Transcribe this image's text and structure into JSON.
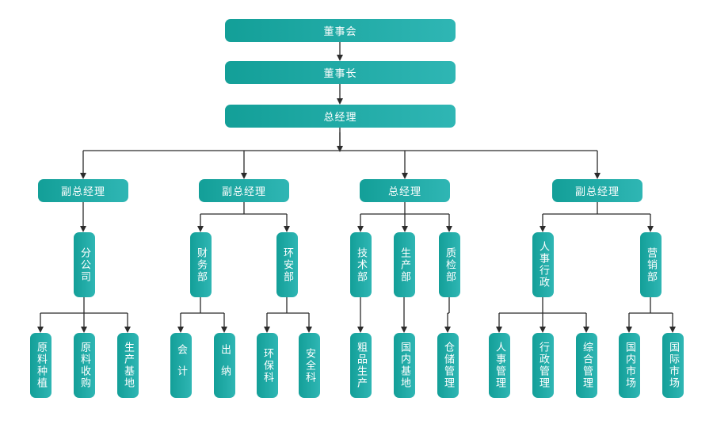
{
  "colors": {
    "node": "#1aa8a3",
    "node_light": "#2fb6b4",
    "line": "#2b2b2b"
  },
  "org": {
    "board": "董事会",
    "chairman": "董事长",
    "ceo": "总经理",
    "divisions": [
      {
        "head": "副总经理",
        "units": [
          {
            "name": "分公司",
            "subs": [
              "原料种植",
              "原料收购",
              "生产基地"
            ]
          }
        ]
      },
      {
        "head": "副总经理",
        "units": [
          {
            "name": "财务部",
            "subs": [
              "会计",
              "出纳"
            ]
          },
          {
            "name": "环安部",
            "subs": [
              "环保科",
              "安全科"
            ]
          }
        ]
      },
      {
        "head": "总经理",
        "units": [
          {
            "name": "技术部",
            "subs": [
              "粗品生产"
            ]
          },
          {
            "name": "生产部",
            "subs": [
              "国内基地"
            ]
          },
          {
            "name": "质检部",
            "subs": [
              "仓储管理"
            ]
          }
        ]
      },
      {
        "head": "副总经理",
        "units": [
          {
            "name": "人事行政",
            "subs": [
              "人事管理",
              "行政管理",
              "综合管理"
            ]
          },
          {
            "name": "营销部",
            "subs": [
              "国内市场",
              "国际市场"
            ]
          }
        ]
      }
    ]
  }
}
